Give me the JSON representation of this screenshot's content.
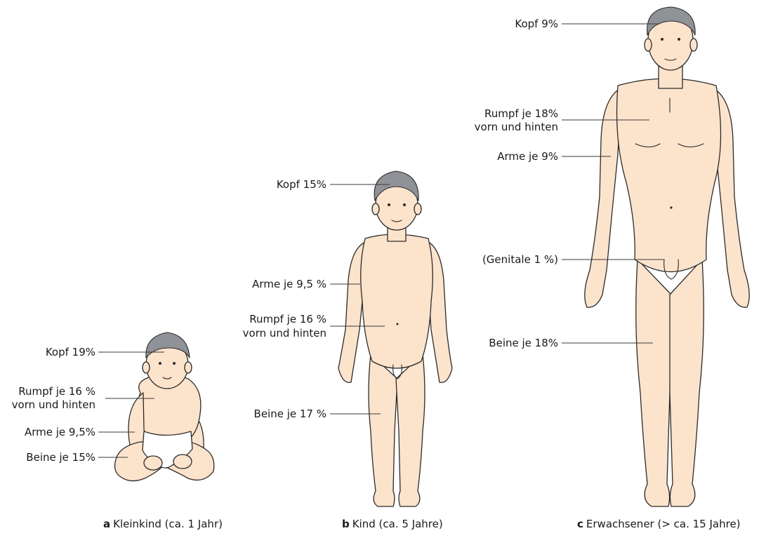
{
  "figure": {
    "colors": {
      "skin": "#fce3cc",
      "outline": "#2b2b2b",
      "hair": "#8f9296",
      "leader": "#3a3a3a",
      "diaper": "#ffffff"
    },
    "panels": [
      {
        "letter": "a",
        "caption": "Kleinkind (ca. 1 Jahr)",
        "labels": {
          "kopf": "Kopf 19%",
          "rumpf_1": "Rumpf je 16 %",
          "rumpf_2": "vorn und hinten",
          "arme": "Arme je 9,5%",
          "beine": "Beine je 15%"
        }
      },
      {
        "letter": "b",
        "caption": "Kind (ca. 5 Jahre)",
        "labels": {
          "kopf": "Kopf 15%",
          "arme": "Arme je 9,5 %",
          "rumpf_1": "Rumpf je 16 %",
          "rumpf_2": "vorn und hinten",
          "beine": "Beine je 17 %"
        }
      },
      {
        "letter": "c",
        "caption": "Erwachsener (> ca. 15 Jahre)",
        "labels": {
          "kopf": "Kopf 9%",
          "rumpf_1": "Rumpf je 18%",
          "rumpf_2": "vorn und hinten",
          "arme": "Arme je 9%",
          "genitale": "(Genitale 1 %)",
          "beine": "Beine je 18%"
        }
      }
    ]
  }
}
